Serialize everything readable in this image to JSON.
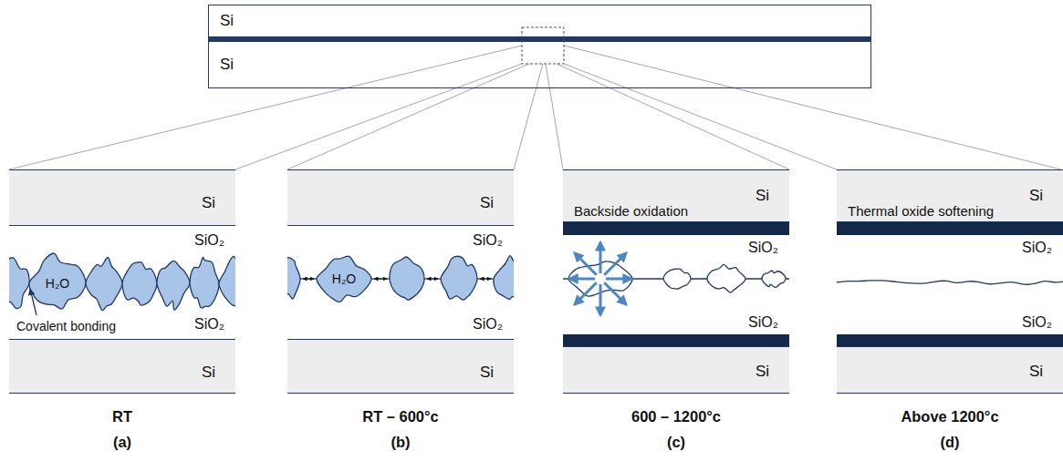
{
  "diagram": {
    "nodes": [
      {
        "text": [
          "Si"
        ]
      },
      {
        "text": [
          "Si"
        ]
      },
      {
        "text": [
          "SiO₂",
          "SiO₂",
          "RT",
          "(a)",
          "H₂O",
          "Covalent bonding"
        ]
      },
      {
        "text": [
          "Si"
        ],
        "in": 2
      },
      {
        "text": [
          "Si"
        ],
        "in": 2
      },
      {
        "text": [
          "SiO₂",
          "SiO₂",
          "RT – 600°c",
          "(b)",
          "H₂O"
        ]
      },
      {
        "text": [
          "Si"
        ],
        "in": 5
      },
      {
        "text": [
          "Si"
        ],
        "in": 5
      },
      {
        "text": [
          "SiO₂",
          "SiO₂",
          "600 – 1200°c",
          "(c)"
        ]
      },
      {
        "text": [
          "Si",
          "Backside oxidation"
        ],
        "in": 8
      },
      {
        "text": [
          "Si"
        ],
        "in": 8
      },
      {
        "text": [
          "SiO₂",
          "SiO₂",
          "Above 1200°c",
          "(d)"
        ]
      },
      {
        "text": [
          "Si",
          "Thermal oxide softening"
        ],
        "in": 11
      },
      {
        "text": [
          "Si"
        ],
        "in": 11
      }
    ]
  }
}
